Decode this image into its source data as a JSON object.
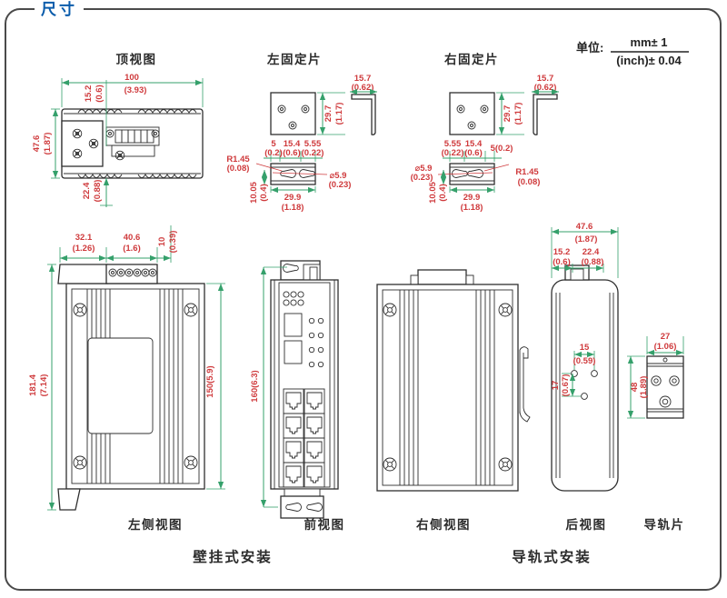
{
  "labels": {
    "title": "尺寸",
    "top_view": "顶视图",
    "left_plate": "左固定片",
    "right_plate": "右固定片",
    "unit_label": "单位:",
    "unit_mm": "mm± 1",
    "unit_in": "(inch)± 0.04",
    "left_side": "左侧视图",
    "front": "前视图",
    "right_side": "右侧视图",
    "rear": "后视图",
    "rail": "导轨片",
    "wall_mount": "壁挂式安装",
    "rail_mount": "导轨式安装"
  },
  "dims": {
    "tw_mm": "100",
    "tw_in": "(3.93)",
    "toff_mm": "15.2",
    "toff_in": "(0.6)",
    "th_mm": "47.6",
    "th_in": "(1.87)",
    "tb_mm": "22.4",
    "tb_in": "(0.88)",
    "lp_t_mm": "15.7",
    "lp_t_in": "(0.62)",
    "lp_h_mm": "29.7",
    "lp_h_in": "(1.17)",
    "lp_a_mm": "5",
    "lp_a_in": "(0.2)",
    "lp_b_mm": "15.4",
    "lp_b_in": "(0.6)",
    "lp_c_mm": "5.55",
    "lp_c_in": "(0.22)",
    "lp_r_mm": "R1.45",
    "lp_r_in": "(0.08)",
    "lp_d_mm": "⌀5.9",
    "lp_d_in": "(0.23)",
    "lp_e_mm": "10.05",
    "lp_e_in": "(0.4)",
    "lp_w_mm": "29.9",
    "lp_w_in": "(1.18)",
    "rp_t_mm": "15.7",
    "rp_t_in": "(0.62)",
    "rp_h_mm": "29.7",
    "rp_h_in": "(1.17)",
    "rp_a_mm": "5.55",
    "rp_a_in": "(0.22)",
    "rp_b_mm": "15.4",
    "rp_b_in": "(0.6)",
    "rp_c": "5(0.2)",
    "rp_d_mm": "⌀5.9",
    "rp_d_in": "(0.23)",
    "rp_r_mm": "R1.45",
    "rp_r_in": "(0.08)",
    "rp_e_mm": "10.05",
    "rp_e_in": "(0.4)",
    "rp_w_mm": "29.9",
    "rp_w_in": "(1.18)",
    "ls_a_mm": "32.1",
    "ls_a_in": "(1.26)",
    "ls_b_mm": "40.6",
    "ls_b_in": "(1.6)",
    "ls_c_mm": "10",
    "ls_c_in": "(0.39)",
    "ls_h_mm": "181.4",
    "ls_h_in": "(7.14)",
    "ls_h2": "150(5.9)",
    "fv_h": "160(6.3)",
    "rv_w_mm": "47.6",
    "rv_w_in": "(1.87)",
    "rv_a_mm": "15.2",
    "rv_a_in": "(0.6)",
    "rv_b_mm": "22.4",
    "rv_b_in": "(0.88)",
    "rv_c_mm": "15",
    "rv_c_in": "(0.59)",
    "rv_d_mm": "17",
    "rv_d_in": "(0.67)",
    "rl_w_mm": "27",
    "rl_w_in": "(1.06)",
    "rl_h_mm": "48",
    "rl_h_in": "(1.89)"
  },
  "colors": {
    "dimension_text": "#cf3a3c",
    "dimension_line": "#35a06b",
    "drawing_line": "#2f2f2f",
    "title_blue": "#0a5cab"
  }
}
